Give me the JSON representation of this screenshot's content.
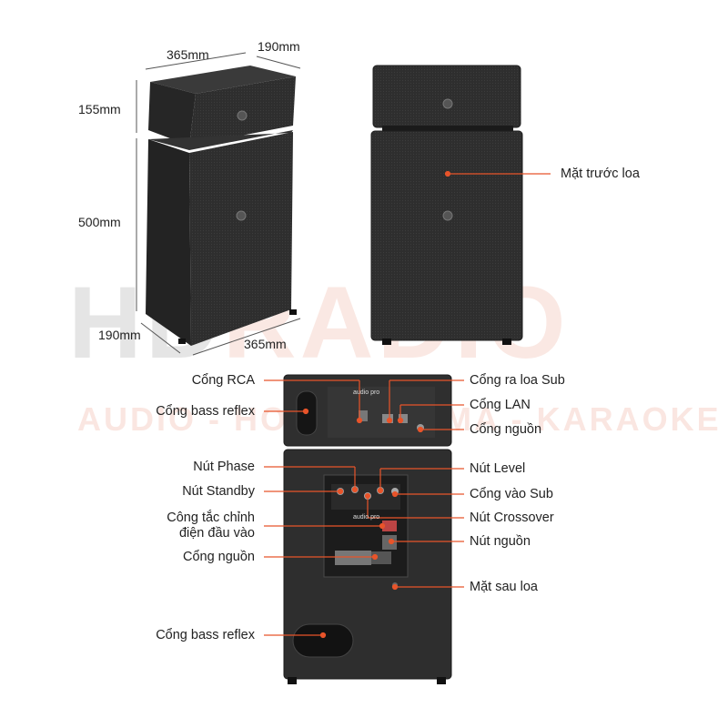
{
  "watermark": {
    "brand_a": "HD",
    "brand_b": "RADIO",
    "tagline": "AUDIO - HOME CINEMA - KARAOKE"
  },
  "dimensions": {
    "width_top": "365mm",
    "depth_top": "190mm",
    "height_top": "155mm",
    "height_body": "500mm",
    "depth_bottom": "190mm",
    "width_bottom": "365mm"
  },
  "brand_logo": "audio pro",
  "labels": {
    "front": "Mặt trước loa",
    "rca": "Cổng RCA",
    "sub_out": "Cổng ra loa Sub",
    "bass_reflex_top": "Cổng bass reflex",
    "lan": "Cổng LAN",
    "power_port_top": "Cổng nguồn",
    "phase": "Nút Phase",
    "level": "Nút Level",
    "standby": "Nút Standby",
    "sub_in": "Cổng vào Sub",
    "voltage_line1": "Công tắc chỉnh",
    "voltage_line2": "điện đầu vào",
    "crossover": "Nút Crossover",
    "power_port_bottom": "Cổng nguồn",
    "power_button": "Nút nguồn",
    "rear": "Mặt sau loa",
    "bass_reflex_bottom": "Cổng bass reflex"
  },
  "colors": {
    "accent": "#e8542a",
    "speaker": "#2b2b2b",
    "panel": "#3a3a3a"
  }
}
